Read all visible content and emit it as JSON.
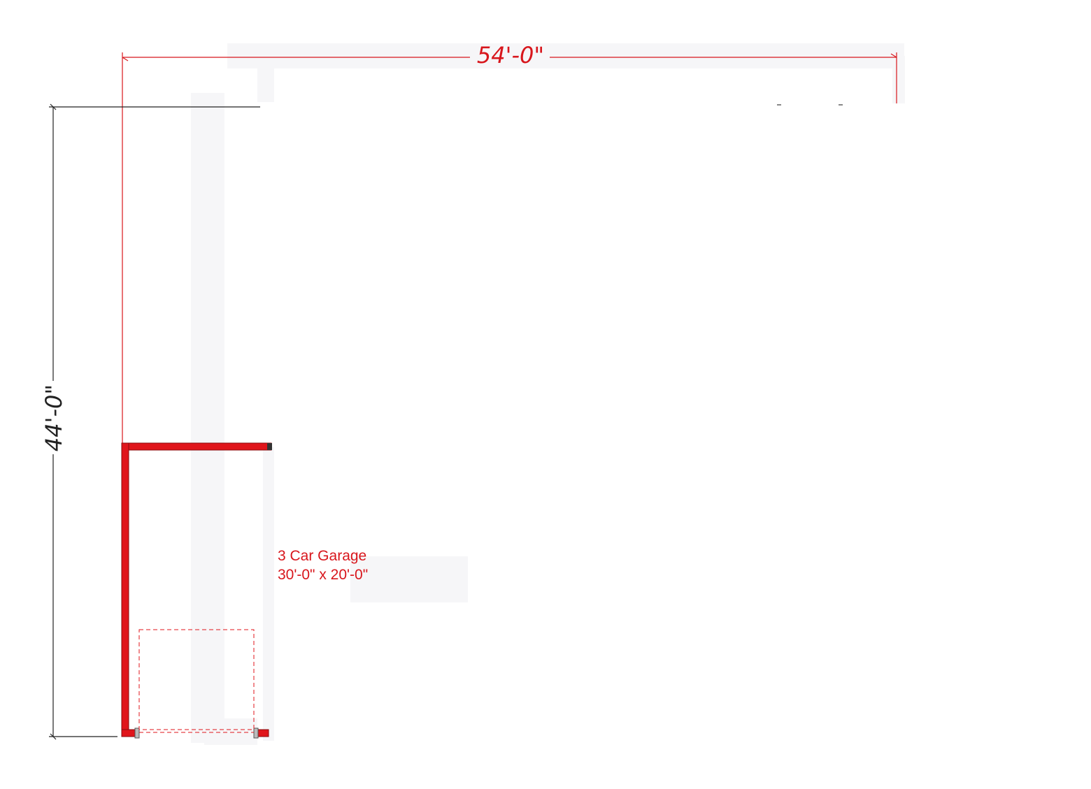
{
  "dimensions": {
    "width_label": "54'-0\"",
    "depth_label": "44'-0\""
  },
  "room": {
    "name": "3 Car Garage",
    "size": "30'-0\" x 20'-0\""
  },
  "colors": {
    "wall": "#e0151b",
    "dimension_width": "#d8161c",
    "dimension_depth": "#222222",
    "faint_fill": "#f6f6f8",
    "room_label": "#d8161c"
  }
}
